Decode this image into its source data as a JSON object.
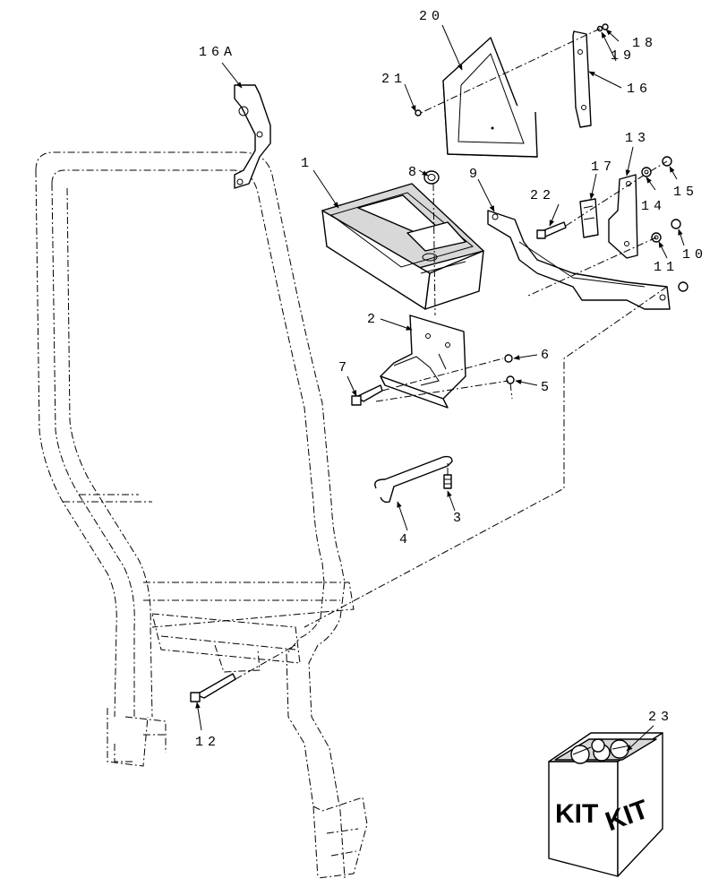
{
  "callouts": {
    "c1": "1",
    "c2": "2",
    "c3": "3",
    "c4": "4",
    "c5": "5",
    "c6": "6",
    "c7": "7",
    "c8": "8",
    "c9": "9",
    "c10": "10",
    "c11": "11",
    "c12": "12",
    "c13": "13",
    "c14": "14",
    "c15": "15",
    "c16": "16",
    "c16a": "16A",
    "c17": "17",
    "c18": "18",
    "c19": "19",
    "c20": "20",
    "c21": "21",
    "c22": "22",
    "c23": "23"
  },
  "kit": {
    "label_left": "KIT",
    "label_right": "KIT"
  }
}
